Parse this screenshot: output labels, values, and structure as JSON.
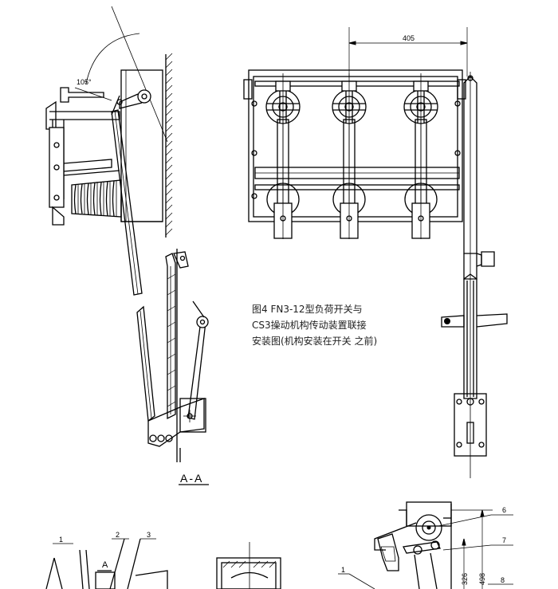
{
  "figure": {
    "caption_lines": [
      "图4 FN3-12型负荷开关与",
      "CS3操动机构传动装置联接",
      "安装图(机构安装在开关 之前)"
    ],
    "section_label": "A-A",
    "angle_label": "105°",
    "dimension_top": "405",
    "dimension_326": "326",
    "dimension_498": "498",
    "view_marker": "A",
    "part_numbers": {
      "p1_left": "1",
      "p2_left": "2",
      "p3_left": "3",
      "p1_right": "1",
      "p6": "6",
      "p7": "7",
      "p8": "8"
    }
  }
}
